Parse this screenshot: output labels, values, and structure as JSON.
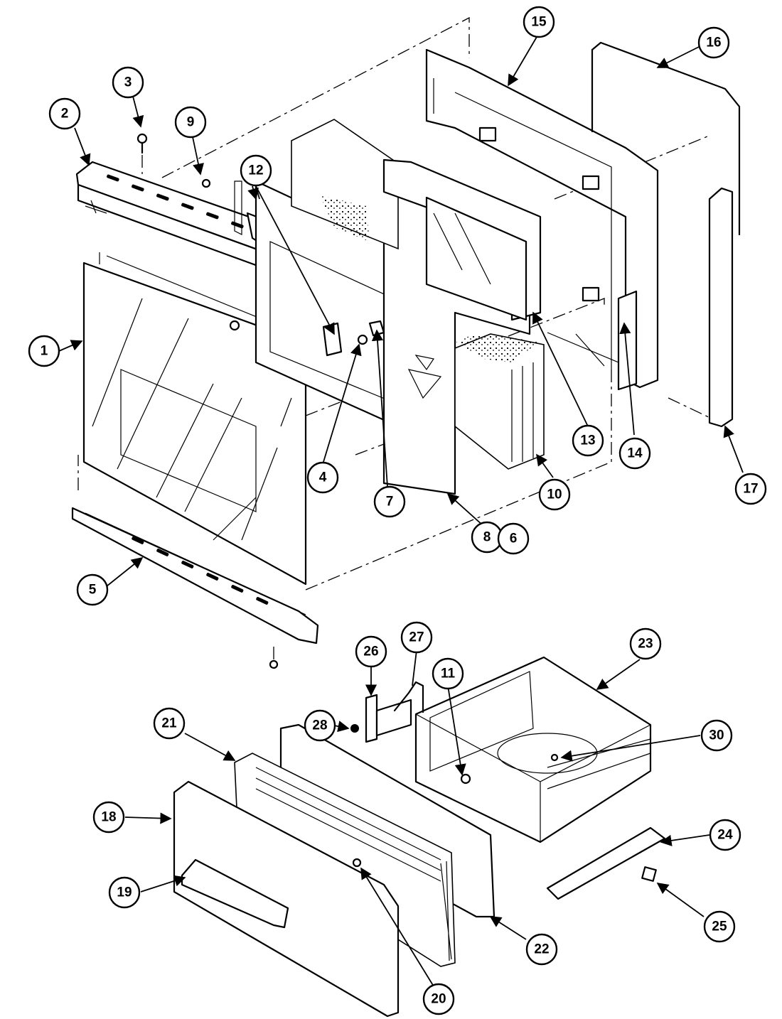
{
  "callouts": [
    {
      "label": "1"
    },
    {
      "label": "2"
    },
    {
      "label": "3"
    },
    {
      "label": "9"
    },
    {
      "label": "12"
    },
    {
      "label": "15"
    },
    {
      "label": "16"
    },
    {
      "label": "4"
    },
    {
      "label": "7"
    },
    {
      "label": "8"
    },
    {
      "label": "6"
    },
    {
      "label": "10"
    },
    {
      "label": "13"
    },
    {
      "label": "14"
    },
    {
      "label": "17"
    },
    {
      "label": "5"
    },
    {
      "label": "26"
    },
    {
      "label": "27"
    },
    {
      "label": "11"
    },
    {
      "label": "23"
    },
    {
      "label": "28"
    },
    {
      "label": "21"
    },
    {
      "label": "30"
    },
    {
      "label": "18"
    },
    {
      "label": "24"
    },
    {
      "label": "19"
    },
    {
      "label": "25"
    },
    {
      "label": "22"
    },
    {
      "label": "20"
    }
  ]
}
